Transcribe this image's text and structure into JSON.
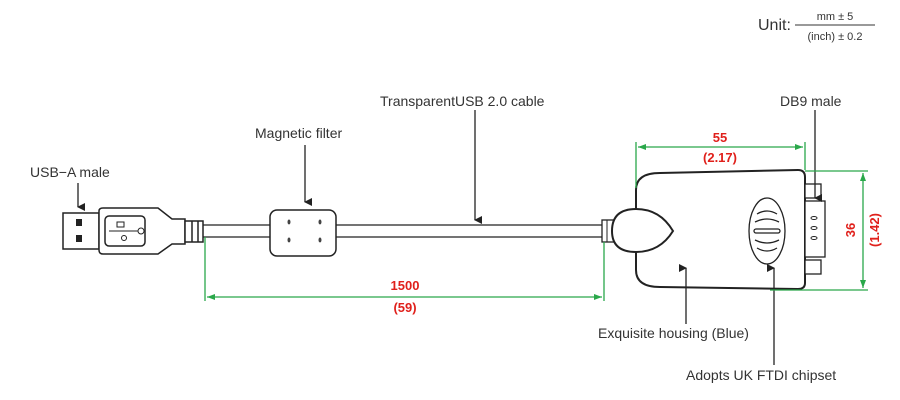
{
  "unit": {
    "label": "Unit:",
    "numerator": "mm ± 5",
    "denominator": "(inch) ± 0.2"
  },
  "labels": {
    "usb_a": "USB−A male",
    "filter": "Magnetic filter",
    "cable": "TransparentUSB 2.0 cable",
    "db9": "DB9 male",
    "housing": "Exquisite housing (Blue)",
    "chipset": "Adopts UK FTDI chipset"
  },
  "dimensions": {
    "cable_length": {
      "mm": "1500",
      "inch": "(59)"
    },
    "housing_length": {
      "mm": "55",
      "inch": "(2.17)"
    },
    "housing_height": {
      "mm": "36",
      "inch": "(1.42)"
    }
  },
  "colors": {
    "dimension_line": "#2aa84a",
    "dimension_text": "#e0201b",
    "outline": "#222222"
  }
}
